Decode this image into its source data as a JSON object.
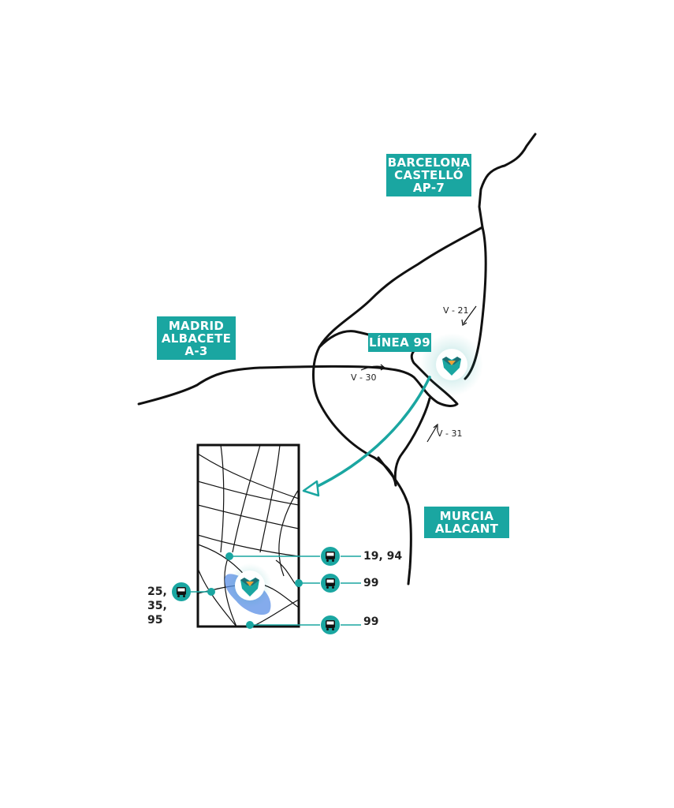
{
  "colors": {
    "accent": "#1aa6a1",
    "road": "#111111",
    "bus_icon_fill": "#1aa6a1",
    "logo_orange": "#e8a33a",
    "logo_dark": "#1f6f73",
    "blue_blob": "#5b8fe6"
  },
  "destinations": {
    "barcelona": [
      "BARCELONA",
      "CASTELLÓ",
      "AP-7"
    ],
    "madrid": [
      "MADRID",
      "ALBACETE",
      "A-3"
    ],
    "murcia": [
      "MURCIA",
      "ALACANT"
    ],
    "linea": "LÍNEA 99"
  },
  "roads": {
    "v21": "V - 21",
    "v30": "V - 30",
    "v31": "V - 31"
  },
  "bus_stops": {
    "top_right": "19, 94",
    "middle_right": "99",
    "bottom_right": "99",
    "left": [
      "25,",
      "35,",
      "95"
    ]
  },
  "icons": {
    "logo": "shield-logo-icon",
    "bus": "bus-icon"
  }
}
